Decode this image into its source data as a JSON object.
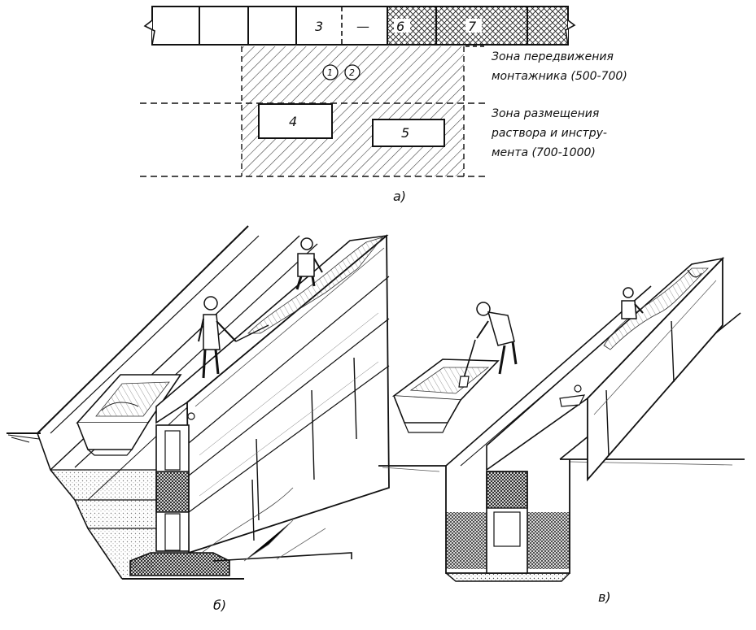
{
  "plan": {
    "cells": [
      "3",
      "—",
      "6",
      "7"
    ],
    "circles": [
      "1",
      "2"
    ],
    "boxes": [
      "4",
      "5"
    ],
    "zone_worker": [
      "Зона передвижения",
      "монтажника (500-700)"
    ],
    "zone_mortar": [
      "Зона размещения",
      "раствора и инстру-",
      "мента (700-1000)"
    ]
  },
  "captions": {
    "a": "а)",
    "b": "б)",
    "v": "в)"
  },
  "colors": {
    "ink": "#111111",
    "paper": "#ffffff"
  }
}
